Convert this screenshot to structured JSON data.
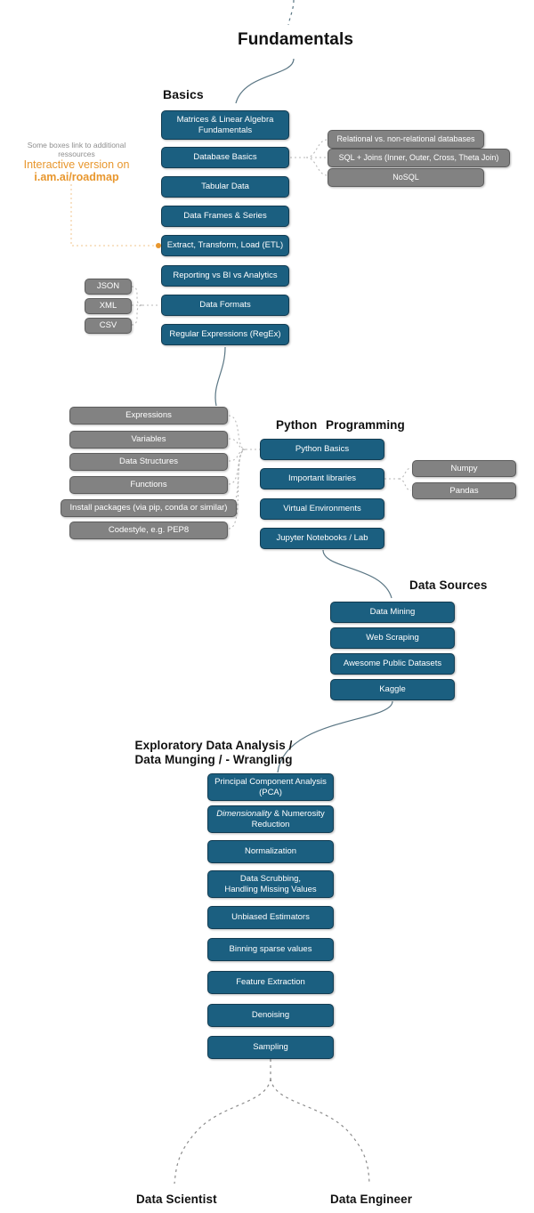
{
  "titles": {
    "fundamentals": "Fundamentals",
    "basics": "Basics",
    "python_a": "Python",
    "python_b": "Programming",
    "data_sources": "Data Sources",
    "eda": "Exploratory Data Analysis /\nData Munging / - Wrangling",
    "data_scientist": "Data Scientist",
    "data_engineer": "Data Engineer"
  },
  "note": {
    "gray": "Some boxes link to additional ressources",
    "orange_line1": "Interactive version on",
    "orange_line2": "i.am.ai/roadmap"
  },
  "basics": {
    "items": [
      {
        "label": "Matrices & Linear Algebra\nFundamentals"
      },
      {
        "label": "Database Basics"
      },
      {
        "label": "Tabular Data"
      },
      {
        "label": "Data Frames & Series"
      },
      {
        "label": "Extract, Transform, Load (ETL)"
      },
      {
        "label": "Reporting vs BI vs Analytics"
      },
      {
        "label": "Data Formats"
      },
      {
        "label": "Regular Expressions (RegEx)"
      }
    ]
  },
  "database_sub": {
    "items": [
      {
        "label": "Relational vs. non-relational databases"
      },
      {
        "label": "SQL + Joins (Inner, Outer, Cross, Theta Join)"
      },
      {
        "label": "NoSQL"
      }
    ]
  },
  "data_formats_sub": {
    "items": [
      {
        "label": "JSON"
      },
      {
        "label": "XML"
      },
      {
        "label": "CSV"
      }
    ]
  },
  "python_sub_left": {
    "items": [
      {
        "label": "Expressions"
      },
      {
        "label": "Variables"
      },
      {
        "label": "Data Structures"
      },
      {
        "label": "Functions"
      },
      {
        "label": "Install packages (via pip, conda or similar)"
      },
      {
        "label": "Codestyle, e.g. PEP8"
      }
    ]
  },
  "python": {
    "items": [
      {
        "label": "Python Basics"
      },
      {
        "label": "Important libraries"
      },
      {
        "label": "Virtual Environments"
      },
      {
        "label": "Jupyter Notebooks / Lab"
      }
    ]
  },
  "libraries_sub": {
    "items": [
      {
        "label": "Numpy"
      },
      {
        "label": "Pandas"
      }
    ]
  },
  "data_sources": {
    "items": [
      {
        "label": "Data Mining"
      },
      {
        "label": "Web Scraping"
      },
      {
        "label": "Awesome Public Datasets"
      },
      {
        "label": "Kaggle"
      }
    ]
  },
  "eda": {
    "items": [
      {
        "label": "Principal Component Analysis\n(PCA)",
        "italic_prefix": ""
      },
      {
        "label": " & Numerosity\nReduction",
        "italic_prefix": "Dimensionality"
      },
      {
        "label": "Normalization",
        "italic_prefix": ""
      },
      {
        "label": "Data Scrubbing,\nHandling Missing Values",
        "italic_prefix": ""
      },
      {
        "label": "Unbiased Estimators",
        "italic_prefix": ""
      },
      {
        "label": "Binning sparse values",
        "italic_prefix": ""
      },
      {
        "label": "Feature Extraction",
        "italic_prefix": ""
      },
      {
        "label": "Denoising",
        "italic_prefix": ""
      },
      {
        "label": "Sampling",
        "italic_prefix": ""
      }
    ]
  },
  "colors": {
    "node_blue": "#1b5f80",
    "node_blue_border": "#123c52",
    "node_gray": "#828282",
    "node_gray_border": "#5d5d5d",
    "accent_orange": "#e8972e",
    "wire": "#4d6f80",
    "note_gray": "#8e8e8e"
  }
}
